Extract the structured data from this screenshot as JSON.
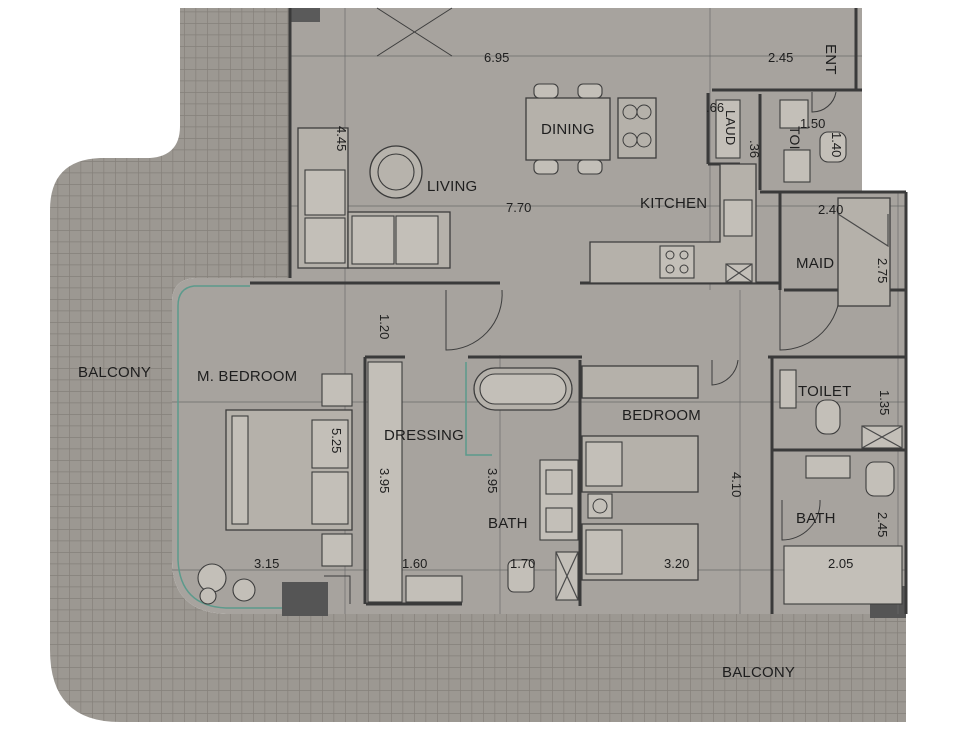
{
  "rooms": {
    "dining": "DINING",
    "living": "LIVING",
    "kitchen": "KITCHEN",
    "ent": "ENT",
    "laud": "LAUD",
    "toi": "TOI",
    "maid": "MAID",
    "balcony_left": "BALCONY",
    "master_bedroom": "M. BEDROOM",
    "dressing": "DRESSING",
    "bath_master": "BATH",
    "bedroom": "BEDROOM",
    "toilet": "TOILET",
    "bath_right": "BATH",
    "balcony_bottom": "BALCONY"
  },
  "dimensions": {
    "d695": "6.95",
    "d245_top": "2.45",
    "d066": ".66",
    "d150": "1.50",
    "d140": "1.40",
    "d036": ".36",
    "d445": "4.45",
    "d770": "7.70",
    "d240": "2.40",
    "d275": "2.75",
    "d120": "1.20",
    "d525": "5.25",
    "d395_dressing": "3.95",
    "d395_bath": "3.95",
    "d410": "4.10",
    "d135": "1.35",
    "d245_bath": "2.45",
    "d315": "3.15",
    "d160": "1.60",
    "d170": "1.70",
    "d320": "3.20",
    "d205": "2.05"
  },
  "colors": {
    "floor": "#a7a39e",
    "balcony_tile": "#9c9892",
    "tile_grid": "#858079",
    "wall": "#3a3a3a",
    "accent": "#5c9a8c"
  }
}
